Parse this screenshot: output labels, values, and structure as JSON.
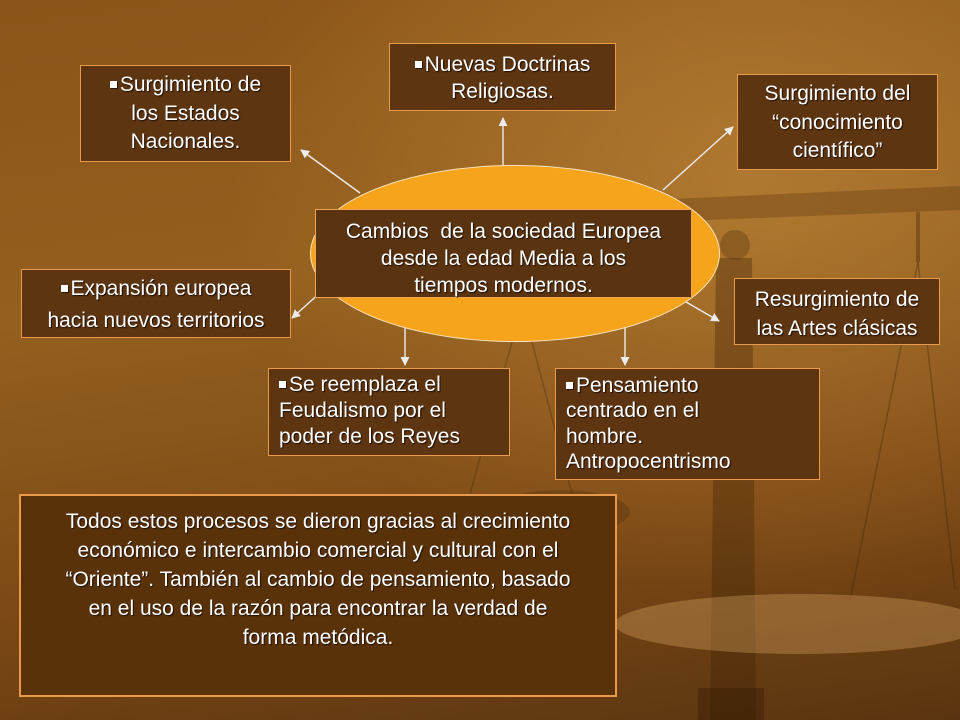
{
  "slide": {
    "central_topic": {
      "lines": [
        "Cambios  de la sociedad Europea",
        "desde la edad Media a los",
        "tiempos modernos."
      ]
    },
    "branches": {
      "estados_nacionales": {
        "bullet_icon": "square-bullet-icon",
        "lines": [
          "Surgimiento de",
          "los Estados",
          "Nacionales."
        ]
      },
      "doctrinas_religiosas": {
        "bullet_icon": "square-bullet-icon",
        "lines": [
          "Nuevas Doctrinas",
          "Religiosas."
        ]
      },
      "conocimiento_cientifico": {
        "lines": [
          "Surgimiento del",
          "“conocimiento",
          "científico”"
        ]
      },
      "expansion_europea": {
        "bullet_icon": "square-bullet-icon",
        "lines": [
          "Expansión europea",
          "hacia nuevos territorios"
        ]
      },
      "artes_clasicas": {
        "lines": [
          "Resurgimiento de",
          "las Artes clásicas"
        ]
      },
      "feudalismo_reyes": {
        "bullet_icon": "square-bullet-icon",
        "lines": [
          "Se reemplaza el",
          "Feudalismo por el",
          "poder de los Reyes"
        ]
      },
      "antropocentrismo": {
        "bullet_icon": "square-bullet-icon",
        "lines": [
          "Pensamiento",
          "centrado en el",
          "hombre.",
          "Antropocentrismo"
        ]
      }
    },
    "summary": {
      "lines": [
        "Todos estos procesos se dieron gracias al crecimiento",
        "económico e intercambio comercial y cultural con el",
        "“Oriente”. También al cambio de pensamiento, basado",
        "en el uso de la razón para encontrar la verdad de",
        "forma metódica."
      ]
    }
  },
  "decor": {
    "background_illustration": "balance-scale-illustration",
    "connector_icon": "arrow-icon"
  },
  "colors": {
    "bg_light": "#b57c32",
    "bg_mid": "#93601f",
    "bg_dark": "#5a3410",
    "ellipse_fill": "#f6a41b",
    "box_fill": "#5e3511",
    "box_border": "#e89a4c",
    "text": "#ffffff",
    "arrow": "#ececec"
  }
}
